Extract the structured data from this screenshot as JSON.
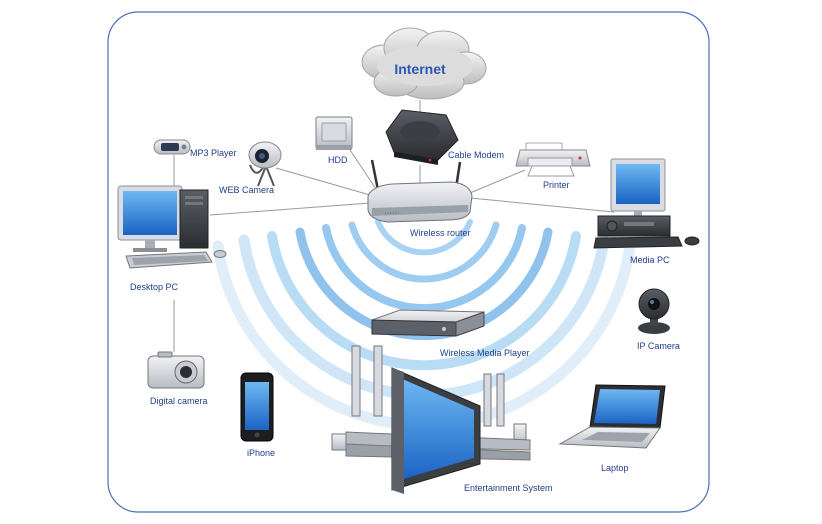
{
  "diagram": {
    "internet": "Internet",
    "devices": {
      "mp3_player": "MP3 Player",
      "web_camera": "WEB Camera",
      "hdd": "HDD",
      "cable_modem": "Cable Modem",
      "printer": "Printer",
      "wireless_router": "Wireless router",
      "desktop_pc": "Desktop PC",
      "media_pc": "Media PC",
      "wireless_media_player": "Wireless Media Player",
      "ip_camera": "IP Camera",
      "digital_camera": "Digital camera",
      "iphone": "iPhone",
      "laptop": "Laptop",
      "entertainment_system": "Entertainment System"
    }
  },
  "colors": {
    "frame": "#4a6fb0",
    "label": "#1f3f8a",
    "wave": "#8fc3ee",
    "connector": "#9a9a9a"
  }
}
